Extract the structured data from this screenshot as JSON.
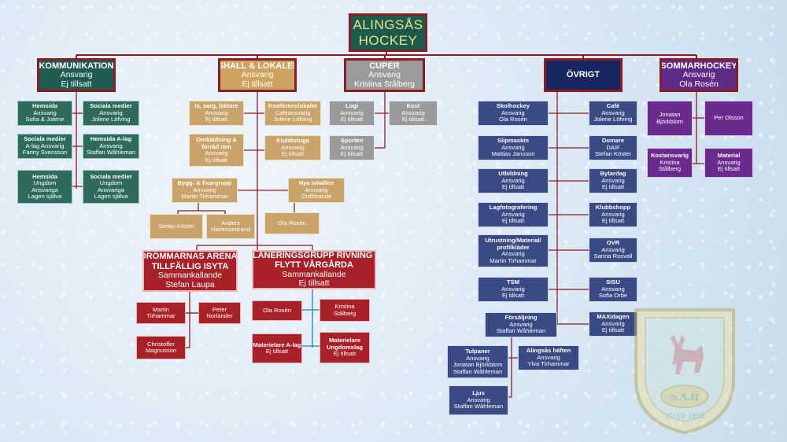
{
  "title": {
    "line1": "ALINGSÅS",
    "line2": "HOCKEY"
  },
  "main": {
    "kommunikation": {
      "h": "KOMMUNIKATION",
      "l2": "Ansvarig",
      "l3": "Ej tillsatt"
    },
    "ishall": {
      "h": "ISHALL & LOKALER",
      "l2": "Ansvarig",
      "l3": "Ej tillsatt"
    },
    "cuper": {
      "h": "CUPER",
      "l2": "Ansvarig",
      "l3": "Kristina Stålberg"
    },
    "ovrigt": {
      "h": "ÖVRIGT"
    },
    "sommarhockey": {
      "h": "SOMMARHOCKEY",
      "l2": "Ansvarig",
      "l3": "Ola Rosén"
    }
  },
  "kommunikation_children": [
    {
      "l1": "Hemsida",
      "l2": "Ansvarig",
      "l3": "Sofia & Jolene"
    },
    {
      "l1": "Sociala medier",
      "l2": "Ansvarig",
      "l3": "Jolene Löfving"
    },
    {
      "l1": "Sociala medier",
      "l2": "A-lag Ansvarig",
      "l3": "Fanny Svensson"
    },
    {
      "l1": "Hemsida A-lag",
      "l2": "Ansvarig",
      "l3": "Staffan Wåhleman"
    },
    {
      "l1": "Hemsida",
      "l2": "Ungdom",
      "l3": "Ansvariga",
      "l4": "Lagen själva"
    },
    {
      "l1": "Sociala medier",
      "l2": "Ungdom",
      "l3": "Ansvariga",
      "l4": "Lagen själva"
    }
  ],
  "ishall_children": [
    {
      "l1": "Is, sarg, läktare",
      "l2": "Ansvarig",
      "l3": "Ej tillsatt"
    },
    {
      "l1": "Konferenslokaler",
      "l2": "Caféansvarig",
      "l3": "Jolene Löfving"
    },
    {
      "l1": "Omklädning &",
      "l2": "förråd mm",
      "l3": "Ansvarig",
      "l4": "Ej tillsatt"
    },
    {
      "l1": "Klubbstuga",
      "l2": "Ansvarig",
      "l3": "Ej tillsatt"
    },
    {
      "l1": "Bygg- & fixargrupp",
      "l2": "Ansvarig",
      "l3": "Martin Tirhammar"
    },
    {
      "l1": "Nya ishallen",
      "l2": "Ansvarig",
      "l3": "Ordförande"
    },
    {
      "l1": "Stefan Köster"
    },
    {
      "l1": "Anders",
      "l2": "Hammarstrand"
    },
    {
      "l1": "Ola Rosén"
    }
  ],
  "arena": {
    "l1": "DRÖMMARNAS ARENA-",
    "l2": "TILLFÄLLIG ISYTA",
    "l3": "Sammankallande",
    "l4": "Stefan Laupa"
  },
  "planering": {
    "l1": "PLANERINGSGRUPP RIVNING &",
    "l2": "FLYTT VÅRGÅRDA",
    "l3": "Sammankallande",
    "l4": "Ej tillsatt"
  },
  "arena_children": [
    {
      "l1": "Martin",
      "l2": "Tirhammar"
    },
    {
      "l1": "Peter",
      "l2": "Norlander"
    },
    {
      "l1": "Christoffer",
      "l2": "Magnusson"
    }
  ],
  "planering_children": [
    {
      "l1": "Ola Rosén"
    },
    {
      "l1": "Kristina",
      "l2": "Stålberg"
    },
    {
      "l1": "Materielare A-lag",
      "l2": "Ej tillsatt"
    },
    {
      "l1": "Materielare",
      "l2": "Ungdomslag",
      "l3": "Ej tillsatt"
    }
  ],
  "cuper_children": [
    {
      "l1": "Logi",
      "l2": "Ansvarig",
      "l3": "Ej tillsatt"
    },
    {
      "l1": "Kost",
      "l2": "Ansvarig",
      "l3": "Ej tillsatt"
    },
    {
      "l1": "Sporten",
      "l2": "Ansvarig",
      "l3": "Ej tillsatt"
    }
  ],
  "ovrigt_children": [
    {
      "l1": "Skolhockey",
      "l2": "Ansvarig",
      "l3": "Ola Rosén"
    },
    {
      "l1": "Café",
      "l2": "Ansvarig",
      "l3": "Jolene Löfving"
    },
    {
      "l1": "Slipmaskin",
      "l2": "Ansvarig",
      "l3": "Mattias Jansson"
    },
    {
      "l1": "Domare",
      "l2": "DAIF",
      "l3": "Stefan Köster"
    },
    {
      "l1": "Utbildning",
      "l2": "Ansvarig",
      "l3": "Ej tillsatt"
    },
    {
      "l1": "Bytardag",
      "l2": "Ansvarig",
      "l3": "Ej tillsatt"
    },
    {
      "l1": "Lagfotografering",
      "l2": "Ansvarig",
      "l3": "Ej tillsatt"
    },
    {
      "l1": "Klubbshopp",
      "l2": "Ansvarig",
      "l3": "Ej tillsatt"
    },
    {
      "l1": "Utrustning/Material/",
      "l2": "profilkläder",
      "l3": "Ansvarig",
      "l4": "Martin Tirhammar"
    },
    {
      "l1": "OVR",
      "l2": "Ansvarig",
      "l3": "Sanna Rosvall"
    },
    {
      "l1": "TSM",
      "l2": "Ansvarig",
      "l3": "Ej tillsatt"
    },
    {
      "l1": "SISU",
      "l2": "Ansvarig",
      "l3": "Sofia Orbe"
    },
    {
      "l1": "Försäljning",
      "l2": "Ansvarig",
      "l3": "Staffan Wåhleman"
    },
    {
      "l1": "MAXidagen",
      "l2": "Ansvarig",
      "l3": "Ej tillsatt"
    },
    {
      "l1": "Tulpaner",
      "l2": "Ansvarig",
      "l3": "Jonatan Björkblom",
      "l4": "Staffan Wåhleman"
    },
    {
      "l1": "Alingsås häften",
      "l2": "Ansvarig",
      "l3": "Ylva Tirhammar"
    },
    {
      "l1": "Ljus",
      "l2": "Ansvarig",
      "l3": "Staffan Wåhleman"
    }
  ],
  "sommar_children": [
    {
      "l1": "Jonatan",
      "l2": "Björkblom"
    },
    {
      "l1": "Per Olsson"
    },
    {
      "l1": "Kostansvarig",
      "l2": "Kristina",
      "l3": "Stålberg"
    },
    {
      "l1": "Material",
      "l2": "Ansvarig",
      "l3": "Ej tillsatt"
    }
  ],
  "logo": {
    "initials": "S.A.H",
    "date": "17·10·1932"
  },
  "colors": {
    "line": "#8b1c22",
    "teal": "#2e6b5d",
    "tan": "#c9a36a",
    "grey": "#9a9a9a",
    "navy": "#3a4a84",
    "purple": "#6a2a8e",
    "red": "#a82128"
  }
}
